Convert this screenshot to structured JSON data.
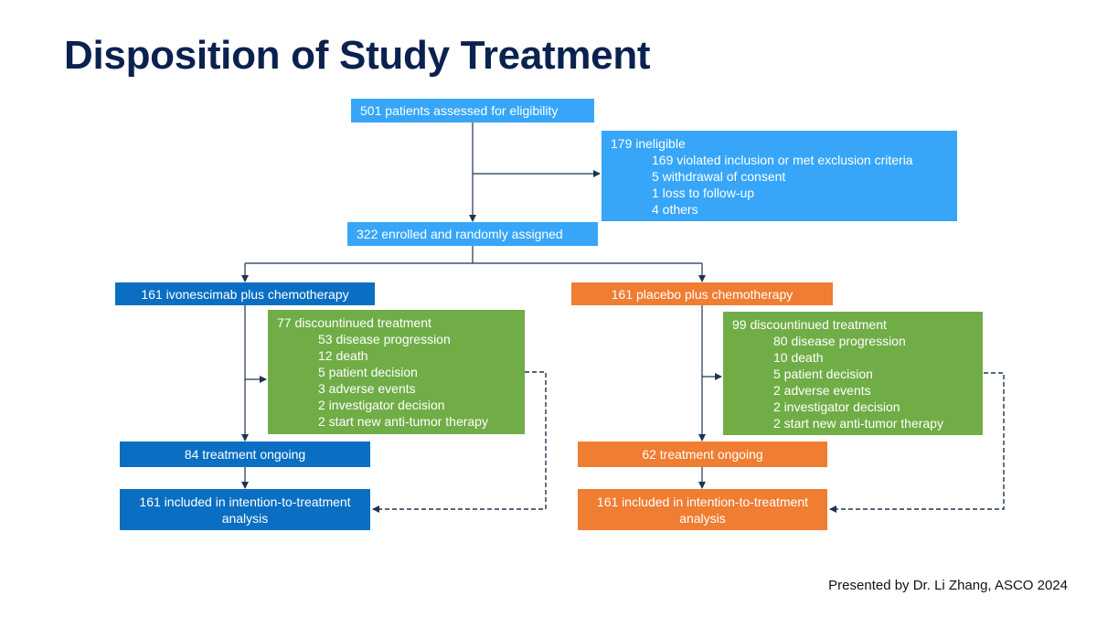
{
  "title": "Disposition of Study Treatment",
  "colors": {
    "title": "#0b2250",
    "screening": "#37a6f8",
    "ivonescimab_arm": "#0a6fc2",
    "placebo_arm": "#ef7d32",
    "discontinued": "#70ad47",
    "connector": "#1f3350"
  },
  "flow": {
    "assessed": "501 patients assessed for eligibility",
    "ineligible": {
      "header": "179 ineligible",
      "items": [
        "169 violated inclusion or met exclusion criteria",
        "5 withdrawal of consent",
        "1 loss to follow-up",
        "4 others"
      ]
    },
    "enrolled": "322 enrolled and randomly assigned",
    "arms": [
      {
        "name": "161 ivonescimab plus chemotherapy",
        "discontinued": {
          "header": "77 discountinued treatment",
          "items": [
            "53 disease progression",
            "12 death",
            "5 patient decision",
            "3 adverse events",
            "2 investigator decision",
            "2 start new anti-tumor therapy"
          ]
        },
        "ongoing": "84 treatment ongoing",
        "itt": "161 included in intention-to-treatment analysis"
      },
      {
        "name": "161 placebo plus chemotherapy",
        "discontinued": {
          "header": "99 discountinued treatment",
          "items": [
            "80 disease progression",
            "10 death",
            "5 patient decision",
            "2 adverse events",
            "2 investigator decision",
            "2 start new anti-tumor therapy"
          ]
        },
        "ongoing": "62 treatment ongoing",
        "itt": "161 included in intention-to-treatment analysis"
      }
    ]
  },
  "footer": "Presented by Dr. Li Zhang, ASCO 2024"
}
